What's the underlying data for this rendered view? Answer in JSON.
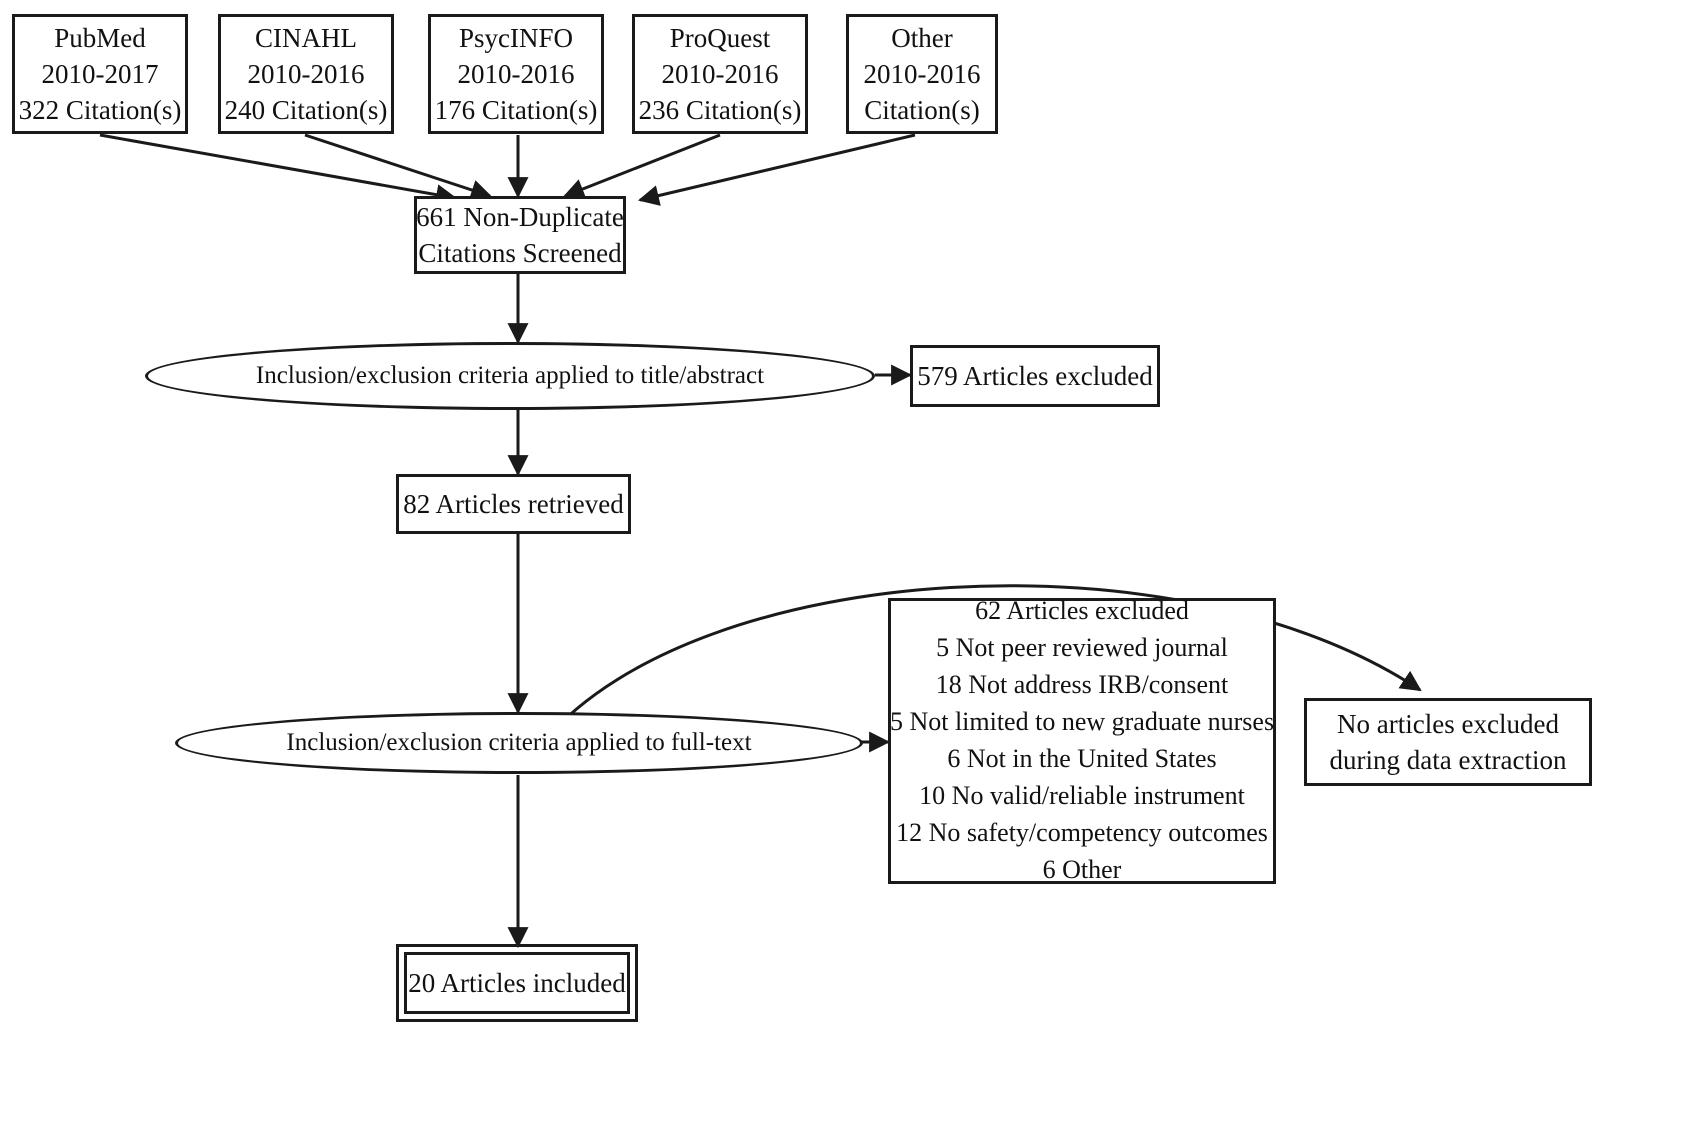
{
  "diagram": {
    "title": "PRISMA study selection flow diagram",
    "type": "flowchart",
    "line_color": "#1a1a1a",
    "background": "#ffffff"
  },
  "sources": [
    {
      "name": "PubMed",
      "years": "2010-2017",
      "citations": "322 Citation(s)"
    },
    {
      "name": "CINAHL",
      "years": "2010-2016",
      "citations": "240 Citation(s)"
    },
    {
      "name": "PsycINFO",
      "years": "2010-2016",
      "citations": "176 Citation(s)"
    },
    {
      "name": "ProQuest",
      "years": "2010-2016",
      "citations": "236 Citation(s)"
    },
    {
      "name": "Other",
      "years": "2010-2016",
      "citations": "Citation(s)"
    }
  ],
  "screened": {
    "line1": "661 Non-Duplicate",
    "line2": "Citations Screened"
  },
  "screen_title_abstract": {
    "label": "Inclusion/exclusion criteria applied to title/abstract"
  },
  "excluded_title_abstract": {
    "label": "579 Articles excluded"
  },
  "retrieved": {
    "label": "82 Articles retrieved"
  },
  "screen_full_text": {
    "label": "Inclusion/exclusion criteria applied to full-text"
  },
  "excluded_full_text": {
    "heading": "62 Articles excluded",
    "reasons": [
      "5 Not peer reviewed journal",
      "18 Not address IRB/consent",
      "5 Not limited to new graduate nurses",
      "6 Not in the United States",
      "10 No valid/reliable instrument",
      "12 No safety/competency outcomes",
      "6 Other"
    ]
  },
  "no_excluded_extraction": {
    "line1": "No articles excluded",
    "line2": "during data extraction"
  },
  "included": {
    "label": "20 Articles included"
  }
}
